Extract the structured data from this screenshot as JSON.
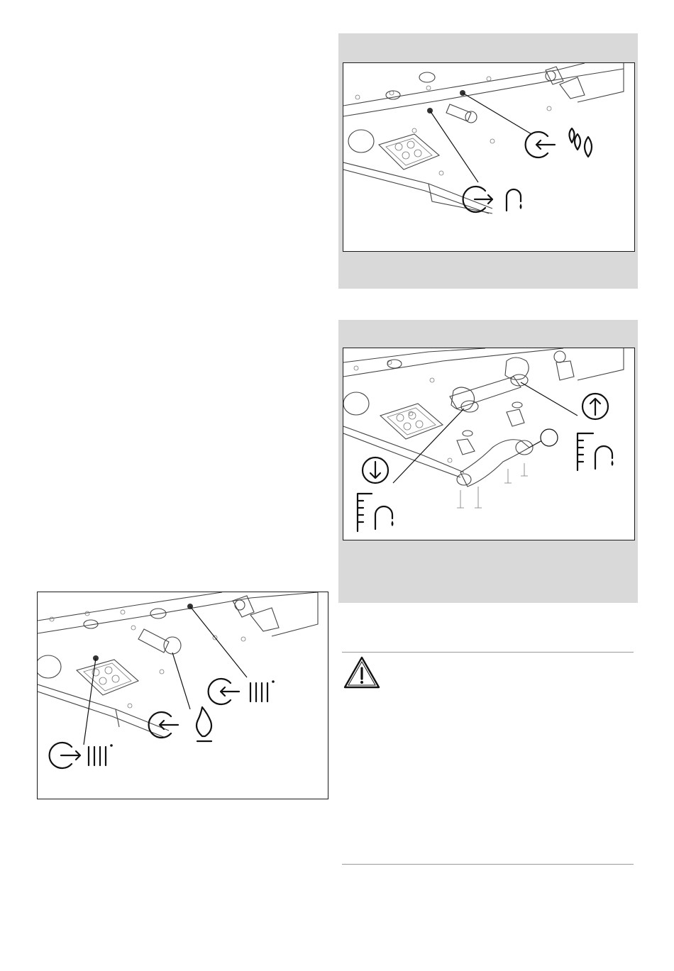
{
  "page": {
    "background": "#ffffff",
    "panel_color": "#d9d9d9",
    "figures": [
      {
        "id": "fig-hot-cold-water",
        "symbols": [
          "hot-water-outlet-icon",
          "cold-water-inlet-icon"
        ]
      },
      {
        "id": "fig-filling-drain-valves",
        "symbols": [
          "fill-valve-down-icon",
          "drain-valve-up-icon",
          "callout-circle-icon"
        ]
      },
      {
        "id": "fig-heating-gas",
        "symbols": [
          "heating-flow-outlet-icon",
          "gas-inlet-icon",
          "heating-return-inlet-icon"
        ]
      }
    ],
    "warning": {
      "icon": "warning-triangle-icon"
    }
  }
}
